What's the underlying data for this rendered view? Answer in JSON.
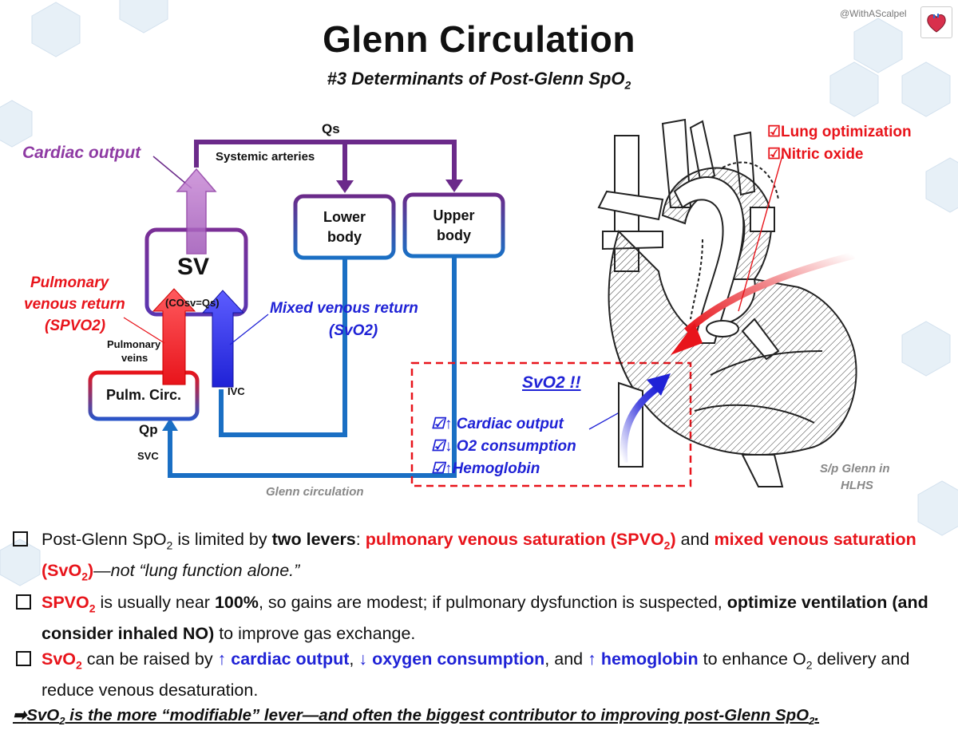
{
  "handle": "@WithAScalpel",
  "title": "Glenn Circulation",
  "subtitle_main": "#3 Determinants of Post-Glenn SpO",
  "subtitle_sub": "2",
  "diagram": {
    "qs": "Qs",
    "systemic_arteries": "Systemic arteries",
    "cardiac_output": "Cardiac output",
    "lower_body_1": "Lower",
    "lower_body_2": "body",
    "upper_body_1": "Upper",
    "upper_body_2": "body",
    "sv": "SV",
    "co_eq": "(COsv=Qs)",
    "pvr_1": "Pulmonary",
    "pvr_2": "venous return",
    "pvr_3": "(SPVO2)",
    "mvr_1": "Mixed venous return",
    "mvr_2": "(SvO2)",
    "pulm_veins_1": "Pulmonary",
    "pulm_veins_2": "veins",
    "ivc": "IVC",
    "pulm_circ": "Pulm. Circ.",
    "qp": "Qp",
    "svc": "SVC",
    "glenn_caption": "Glenn circulation",
    "svo2_title": "SvO2 !!",
    "svo2_items": [
      "☑↑ Cardiac output",
      "☑↓ O2 consumption",
      "☑↑Hemoglobin"
    ],
    "lung_items": [
      "☑Lung optimization",
      "☑Nitric oxide"
    ],
    "heart_caption_1": "S/p Glenn in",
    "heart_caption_2": "HLHS"
  },
  "bullets": {
    "b1": {
      "t1": "Post-Glenn SpO",
      "t1s": "2",
      "t2": " is limited by ",
      "t3": "two levers",
      "t4": ": ",
      "t5": "pulmonary venous saturation (SPVO",
      "t5s": "2",
      "t6": ")",
      "t7": " and ",
      "t8": "mixed venous saturation (SvO",
      "t8s": "2",
      "t9": ")",
      "t10": "—",
      "t11": "not “lung function alone.”"
    },
    "b2": {
      "t1": "SPVO",
      "t1s": "2",
      "t2": " is usually near ",
      "t3": "100%",
      "t4": ", so gains are modest; if pulmonary dysfunction is suspected, ",
      "t5": "optimize ventilation (and consider inhaled NO)",
      "t6": " to improve gas exchange."
    },
    "b3": {
      "t1": "SvO",
      "t1s": "2",
      "t2": " can be raised by ",
      "t3": "↑ cardiac output",
      "t4": ", ",
      "t5": "↓ oxygen consumption",
      "t6": ", and ",
      "t7": "↑ hemoglobin",
      "t8": " to enhance O",
      "t8s": "2",
      "t9": " delivery and reduce venous desaturation."
    },
    "conclusion": {
      "arrow": "➡",
      "t1": "SvO",
      "t1s": "2",
      "t2": " is the more “modifiable” lever—and often the biggest contributor to improving post-Glenn SpO",
      "t2s": "2",
      "t3": "."
    }
  },
  "colors": {
    "red": "#e8141b",
    "blue": "#1f22d6",
    "purple": "#6b2a8a",
    "pipe_blue": "#1a6fc4"
  }
}
